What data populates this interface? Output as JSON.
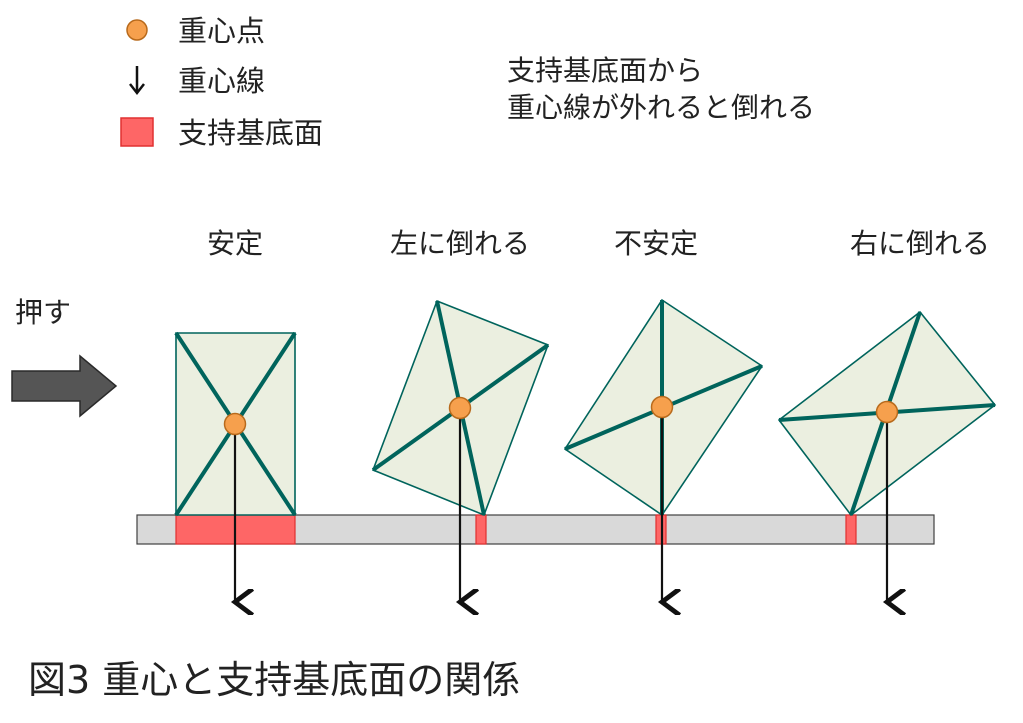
{
  "legend": {
    "centroid_label": "重心点",
    "gravity_line_label": "重心線",
    "base_label": "支持基底面"
  },
  "note": {
    "line1": "支持基底面から",
    "line2": "重心線が外れると倒れる"
  },
  "push_label": "押す",
  "states": [
    {
      "label": "安定"
    },
    {
      "label": "左に倒れる"
    },
    {
      "label": "不安定"
    },
    {
      "label": "右に倒れる"
    }
  ],
  "caption": "図3 重心と支持基底面の関係",
  "colors": {
    "box_fill": "#ebefe0",
    "box_stroke": "#00645c",
    "centroid": "#f6a04d",
    "centroid_stroke": "#b86a1c",
    "base": "#fe6666",
    "base_stroke": "#e03030",
    "floor": "#d9d9d9",
    "floor_stroke": "#404040",
    "arrow": "#555555",
    "arrow_stroke": "#2a2a2a",
    "line": "#111111"
  }
}
